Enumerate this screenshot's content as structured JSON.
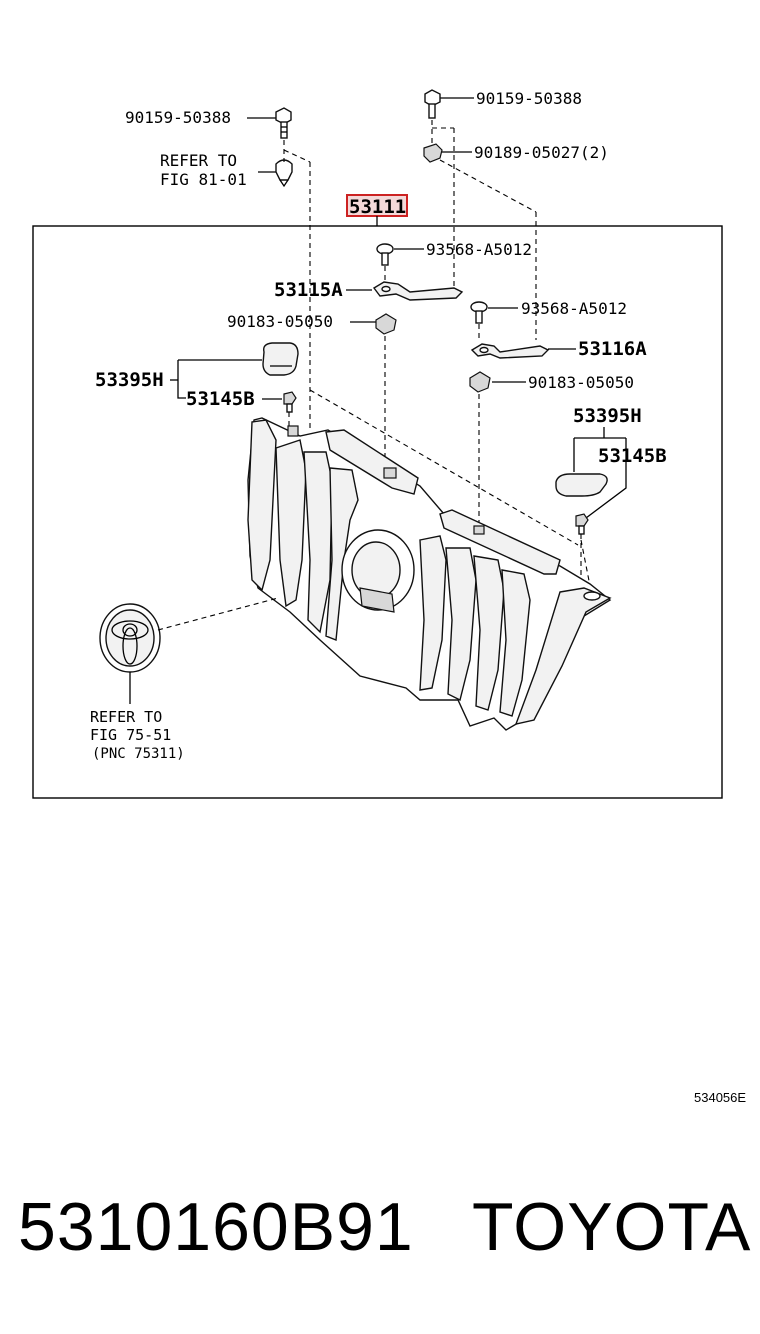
{
  "diagram": {
    "highlighted_part": "53111",
    "labels": {
      "bolt_top_left": "90159-50388",
      "bolt_top_right": "90159-50388",
      "nut_top_right": "90189-05027(2)",
      "refer_81_line1": "REFER TO",
      "refer_81_line2": "FIG 81-01",
      "screw_upper": "93568-A5012",
      "bracket_left": "53115A",
      "nut_left": "90183-05050",
      "screw_right": "93568-A5012",
      "bracket_right": "53116A",
      "nut_right": "90183-05050",
      "cover_left": "53395H",
      "clip_left": "53145B",
      "cover_right": "53395H",
      "clip_right": "53145B",
      "refer_75_line1": "REFER TO",
      "refer_75_line2": "FIG 75-51",
      "refer_75_line3": "(PNC 75311)"
    },
    "figure_code": "534056E"
  },
  "footer": {
    "part_number": "5310160B91",
    "brand": "TOYOTA"
  }
}
